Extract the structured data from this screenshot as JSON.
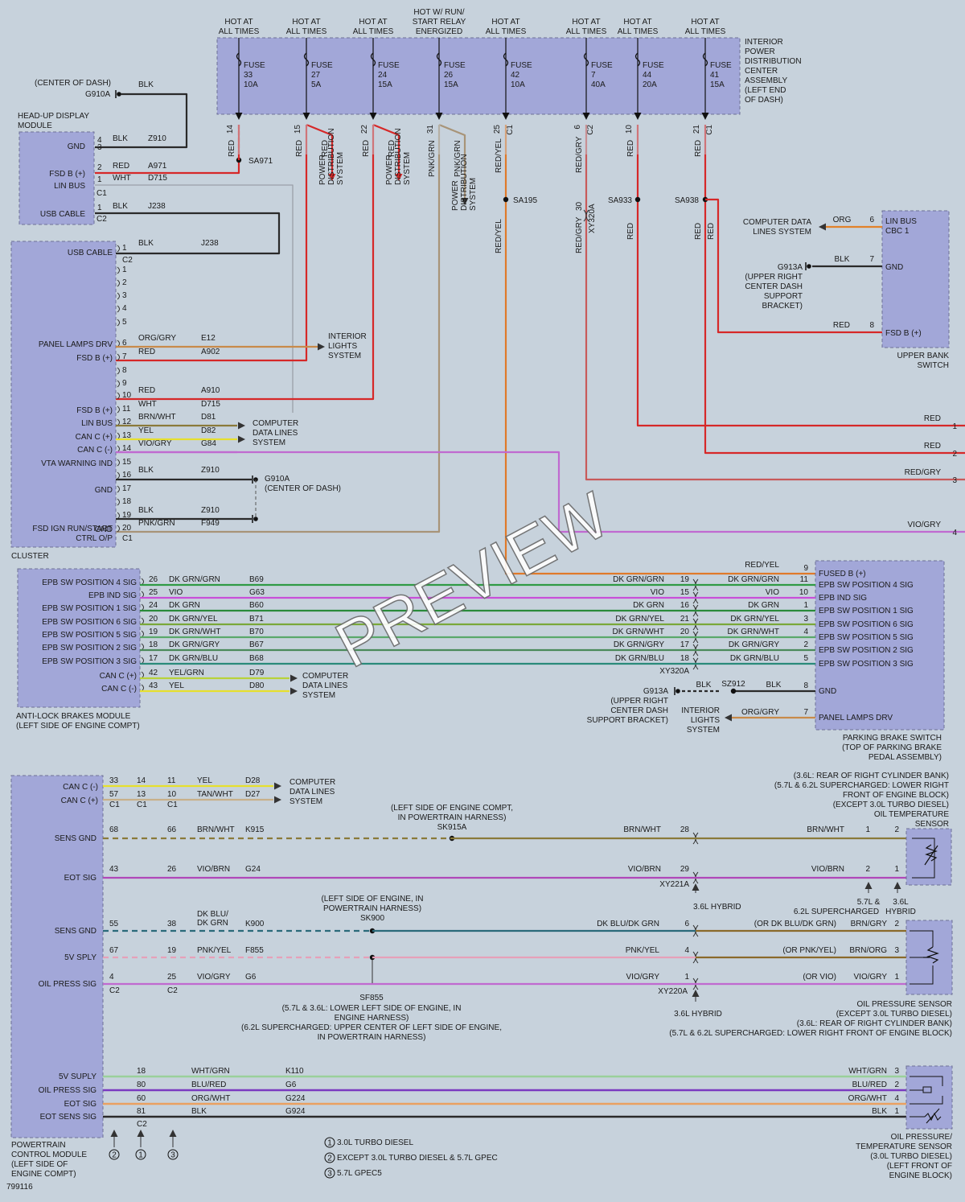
{
  "colors": {
    "RED": "#d62828",
    "BLK": "#2a2a2a",
    "WHT": "#f4f4f4",
    "ORG": "#e2822a",
    "YEL": "#e6df2e",
    "VIO": "#c84fd8",
    "PNK": "#e6a8c0",
    "GRN": "#2ea04a",
    "BRN": "#8a6a2a",
    "BLU": "#3a4aa8",
    "GRY": "#8a8a8a",
    "ORGGRY": "#c88a4a",
    "REDYEL": "#e07a2a",
    "REDGRY": "#c85a5a",
    "VIOGRY": "#c06ad0",
    "PNKGRN": "#a89478",
    "BRNWHT": "#8a7a3a",
    "VIOBRN": "#b048b8",
    "DKBLUDKGRN": "#2a6a7a",
    "PNKYEL": "#e6a0b8",
    "DKGRN": "#2a8a3a",
    "DKGRNGRN": "#2f9a44",
    "DKGRNYEL": "#7aa83a",
    "DKGRNWHT": "#5aa86a",
    "DKGRNGRY": "#4a8a5a",
    "DKGRNBLU": "#2a8a7a",
    "YELGRN": "#b8d23a",
    "TANWHT": "#c8b08a",
    "WHTGRN": "#9ad09a",
    "BLURED": "#7a3ac0",
    "ORGWHT": "#eaa060",
    "BOX": "#a2a7d8"
  },
  "fuse_box": {
    "title": [
      "INTERIOR",
      "POWER",
      "DISTRIBUTION",
      "CENTER",
      "ASSEMBLY",
      "(LEFT END",
      "OF DASH)"
    ],
    "columns": [
      {
        "hot": [
          "HOT AT",
          "ALL TIMES"
        ],
        "fuse": [
          "FUSE",
          "33",
          "10A"
        ],
        "pin": "14",
        "conn": ""
      },
      {
        "hot": [
          "HOT AT",
          "ALL TIMES"
        ],
        "fuse": [
          "FUSE",
          "27",
          "5A"
        ],
        "pin": "15",
        "conn": ""
      },
      {
        "hot": [
          "HOT AT",
          "ALL TIMES"
        ],
        "fuse": [
          "FUSE",
          "24",
          "15A"
        ],
        "pin": "22",
        "conn": ""
      },
      {
        "hot": [
          "HOT W/ RUN/",
          "START RELAY",
          "ENERGIZED"
        ],
        "fuse": [
          "FUSE",
          "26",
          "15A"
        ],
        "pin": "31",
        "conn": ""
      },
      {
        "hot": [
          "HOT AT",
          "ALL TIMES"
        ],
        "fuse": [
          "FUSE",
          "42",
          "10A"
        ],
        "pin": "25",
        "conn": "C1"
      },
      {
        "hot": [
          "HOT AT",
          "ALL TIMES"
        ],
        "fuse": [
          "FUSE",
          "7",
          "40A"
        ],
        "pin": "6",
        "conn": "C2"
      },
      {
        "hot": [
          "HOT AT",
          "ALL TIMES"
        ],
        "fuse": [
          "FUSE",
          "44",
          "20A"
        ],
        "pin": "10",
        "conn": ""
      },
      {
        "hot": [
          "HOT AT",
          "ALL TIMES"
        ],
        "fuse": [
          "FUSE",
          "41",
          "15A"
        ],
        "pin": "21",
        "conn": "C1"
      }
    ]
  },
  "vertical_labels": {
    "red": "RED",
    "pnkgrn": "PNK/GRN",
    "redyel": "RED/YEL",
    "redgry": "RED/GRY",
    "xy320a": "XY320A",
    "pin30": "30",
    "pds": [
      "POWER",
      "DISTRIBUTION",
      "SYSTEM"
    ]
  },
  "splices": {
    "sa971": "SA971",
    "sa195": "SA195",
    "sa933": "SA933",
    "sa938": "SA938"
  },
  "hud": {
    "title": [
      "HEAD-UP DISPLAY",
      "MODULE"
    ],
    "ground_note": "(CENTER OF DASH)",
    "ground": "G910A",
    "ground_color": "BLK",
    "pins": [
      {
        "label": "GND",
        "pin": "4",
        "color": "BLK",
        "circuit": "Z910"
      },
      {
        "label": "",
        "pin": "3",
        "color": "",
        "circuit": ""
      },
      {
        "label": "FSD B (+)",
        "pin": "2",
        "color": "RED",
        "circuit": "A971"
      },
      {
        "label": "LIN BUS",
        "pin": "1",
        "color": "WHT",
        "circuit": "D715"
      },
      {
        "label": "USB CABLE",
        "pin": "1",
        "color": "BLK",
        "circuit": "J238"
      }
    ],
    "conns": [
      "C1",
      "C2"
    ]
  },
  "cluster": {
    "title": "CLUSTER",
    "pins": [
      {
        "label": "USB CABLE",
        "pin": "1",
        "color": "BLK",
        "circuit": "J238"
      },
      {
        "label": "",
        "pin": "1",
        "color": "",
        "circuit": ""
      },
      {
        "label": "",
        "pin": "2",
        "color": "",
        "circuit": ""
      },
      {
        "label": "",
        "pin": "3",
        "color": "",
        "circuit": ""
      },
      {
        "label": "",
        "pin": "4",
        "color": "",
        "circuit": ""
      },
      {
        "label": "",
        "pin": "5",
        "color": "",
        "circuit": ""
      },
      {
        "label": "PANEL LAMPS DRV",
        "pin": "6",
        "color": "ORG/GRY",
        "circuit": "E12"
      },
      {
        "label": "FSD B (+)",
        "pin": "7",
        "color": "RED",
        "circuit": "A902"
      },
      {
        "label": "",
        "pin": "8",
        "color": "",
        "circuit": ""
      },
      {
        "label": "",
        "pin": "9",
        "color": "",
        "circuit": ""
      },
      {
        "label": "",
        "pin": "10",
        "color": "RED",
        "circuit": "A910"
      },
      {
        "label": "FSD B (+)",
        "pin": "11",
        "color": "WHT",
        "circuit": "D715"
      },
      {
        "label": "LIN BUS",
        "pin": "12",
        "color": "BRN/WHT",
        "circuit": "D81"
      },
      {
        "label": "CAN C (+)",
        "pin": "13",
        "color": "YEL",
        "circuit": "D82"
      },
      {
        "label": "CAN C (-)",
        "pin": "14",
        "color": "VIO/GRY",
        "circuit": "G84"
      },
      {
        "label": "VTA WARNING IND",
        "pin": "15",
        "color": "",
        "circuit": ""
      },
      {
        "label": "",
        "pin": "16",
        "color": "BLK",
        "circuit": "Z910"
      },
      {
        "label": "GND",
        "pin": "17",
        "color": "",
        "circuit": ""
      },
      {
        "label": "",
        "pin": "18",
        "color": "",
        "circuit": ""
      },
      {
        "label": "",
        "pin": "19",
        "color": "BLK",
        "circuit": "Z910"
      },
      {
        "label": "GND",
        "pin": "20",
        "color": "PNK/GRN",
        "circuit": "F949"
      }
    ],
    "ign": [
      "FSD IGN RUN/START",
      "CTRL O/P"
    ],
    "conns": [
      "C2",
      "C1"
    ],
    "ground": "G910A",
    "ground_note": "(CENTER OF DASH)",
    "interior": [
      "INTERIOR",
      "LIGHTS",
      "SYSTEM"
    ],
    "cdl": [
      "COMPUTER",
      "DATA LINES",
      "SYSTEM"
    ]
  },
  "upper_bank": {
    "title": [
      "UPPER BANK",
      "SWITCH"
    ],
    "pins": [
      {
        "label": "LIN BUS",
        "sub": "CBC 1",
        "pin": "6",
        "color": "ORG"
      },
      {
        "label": "GND",
        "sub": "",
        "pin": "7",
        "color": "BLK"
      },
      {
        "label": "FSD B (+)",
        "sub": "",
        "pin": "8",
        "color": "RED"
      }
    ],
    "cdl": [
      "COMPUTER DATA",
      "LINES SYSTEM"
    ],
    "ground": "G913A",
    "ground_note": [
      "(UPPER RIGHT",
      "CENTER DASH",
      "SUPPORT",
      "BRACKET)"
    ]
  },
  "right_exits": [
    {
      "color": "RED",
      "num": "1"
    },
    {
      "color": "RED",
      "num": "2"
    },
    {
      "color": "RED/GRY",
      "num": "3"
    },
    {
      "color": "VIO/GRY",
      "num": "4"
    }
  ],
  "abs": {
    "title": [
      "ANTI-LOCK BRAKES MODULE",
      "(LEFT SIDE OF ENGINE COMPT)"
    ],
    "rows": [
      {
        "label": "EPB SW POSITION 4 SIG",
        "pin": "26",
        "color": "DK GRN/GRN",
        "circuit": "B69"
      },
      {
        "label": "EPB IND SIG",
        "pin": "25",
        "color": "VIO",
        "circuit": "G63"
      },
      {
        "label": "EPB SW POSITION 1 SIG",
        "pin": "24",
        "color": "DK GRN",
        "circuit": "B60"
      },
      {
        "label": "EPB SW POSITION 6 SIG",
        "pin": "20",
        "color": "DK GRN/YEL",
        "circuit": "B71"
      },
      {
        "label": "EPB SW POSITION 5 SIG",
        "pin": "19",
        "color": "DK GRN/WHT",
        "circuit": "B70"
      },
      {
        "label": "EPB SW POSITION 2 SIG",
        "pin": "18",
        "color": "DK GRN/GRY",
        "circuit": "B67"
      },
      {
        "label": "EPB SW POSITION 3 SIG",
        "pin": "17",
        "color": "DK GRN/BLU",
        "circuit": "B68"
      },
      {
        "label": "CAN C (+)",
        "pin": "42",
        "color": "YEL/GRN",
        "circuit": "D79"
      },
      {
        "label": "CAN C (-)",
        "pin": "43",
        "color": "YEL",
        "circuit": "D80"
      }
    ],
    "cdl": [
      "COMPUTER",
      "DATA LINES",
      "SYSTEM"
    ]
  },
  "parking": {
    "title": [
      "PARKING BRAKE SWITCH",
      "(TOP OF PARKING BRAKE",
      "PEDAL ASSEMBLY)"
    ],
    "rows": [
      {
        "label": "FUSED B (+)",
        "pin": "9",
        "color": "RED/YEL",
        "ic": "",
        "ipin": ""
      },
      {
        "label": "EPB SW POSITION 4 SIG",
        "pin": "11",
        "color": "DK GRN/GRN",
        "ic": "DK GRN/GRN",
        "ipin": "19"
      },
      {
        "label": "EPB IND SIG",
        "pin": "10",
        "color": "VIO",
        "ic": "VIO",
        "ipin": "15"
      },
      {
        "label": "EPB SW POSITION 1 SIG",
        "pin": "1",
        "color": "DK GRN",
        "ic": "DK GRN",
        "ipin": "16"
      },
      {
        "label": "EPB SW POSITION 6 SIG",
        "pin": "3",
        "color": "DK GRN/YEL",
        "ic": "DK GRN/YEL",
        "ipin": "21"
      },
      {
        "label": "EPB SW POSITION 5 SIG",
        "pin": "4",
        "color": "DK GRN/WHT",
        "ic": "DK GRN/WHT",
        "ipin": "20"
      },
      {
        "label": "EPB SW POSITION 2 SIG",
        "pin": "2",
        "color": "DK GRN/GRY",
        "ic": "DK GRN/GRY",
        "ipin": "17"
      },
      {
        "label": "EPB SW POSITION 3 SIG",
        "pin": "5",
        "color": "DK GRN/BLU",
        "ic": "DK GRN/BLU",
        "ipin": "18"
      }
    ],
    "inline": "XY320A",
    "gnd": {
      "label": "GND",
      "pin": "8",
      "color": "BLK",
      "splice": "SZ912",
      "ground": "G913A",
      "note": [
        "(UPPER RIGHT",
        "CENTER DASH",
        "SUPPORT BRACKET)"
      ]
    },
    "panel": {
      "label": "PANEL LAMPS DRV",
      "pin": "7",
      "color": "ORG/GRY",
      "sys": [
        "INTERIOR",
        "LIGHTS",
        "SYSTEM"
      ]
    }
  },
  "pcm": {
    "title": [
      "POWERTRAIN",
      "CONTROL MODULE",
      "(LEFT SIDE OF",
      "ENGINE COMPT)"
    ],
    "can": [
      {
        "label": "CAN C (-)",
        "pins": [
          "33",
          "14",
          "11"
        ],
        "color": "YEL",
        "circuit": "D28"
      },
      {
        "label": "CAN C (+)",
        "pins": [
          "57",
          "13",
          "10"
        ],
        "color": "TAN/WHT",
        "circuit": "D27"
      }
    ],
    "can_conns": [
      "C1",
      "C1",
      "C1"
    ],
    "cdl": [
      "COMPUTER",
      "DATA LINES",
      "SYSTEM"
    ],
    "c2": "C2",
    "bottom_pins": [
      {
        "label": "5V SUPLY",
        "pin": "18",
        "color": "WHT/GRN",
        "circuit": "K110"
      },
      {
        "label": "OIL PRESS SIG",
        "pin": "80",
        "color": "BLU/RED",
        "circuit": "G6"
      },
      {
        "label": "EOT SIG",
        "pin": "60",
        "color": "ORG/WHT",
        "circuit": "G224"
      },
      {
        "label": "EOT SENS SIG",
        "pin": "81",
        "color": "BLK",
        "circuit": "G924"
      }
    ],
    "bottom_conn": "C2",
    "circle_nums": [
      "2",
      "1",
      "3"
    ]
  },
  "oil_temp": {
    "header": [
      "(3.6L: REAR OF RIGHT CYLINDER BANK)",
      "(5.7L & 6.2L SUPERCHARGED: LOWER RIGHT",
      "FRONT OF ENGINE BLOCK)",
      "(EXCEPT 3.0L TURBO DIESEL)",
      "OIL TEMPERATURE",
      "SENSOR"
    ],
    "sk915a": [
      "(LEFT SIDE OF ENGINE COMPT,",
      "IN POWERTRAIN HARNESS)",
      "SK915A"
    ],
    "rows": [
      {
        "label": "SENS GND",
        "p1": "68",
        "p2": "66",
        "color": "BRN/WHT",
        "circuit": "K915",
        "ipin": "28",
        "spin1": "1",
        "spin2": "2"
      },
      {
        "label": "EOT SIG",
        "p1": "43",
        "p2": "26",
        "color": "VIO/BRN",
        "circuit": "G24",
        "ipin": "29",
        "spin1": "2",
        "spin2": "1"
      }
    ],
    "inline": "XY221A",
    "hybrid": "3.6L HYBRID",
    "variants": [
      "5.7L &",
      "6.2L SUPERCHARGED",
      "3.6L",
      "HYBRID"
    ]
  },
  "oil_press": {
    "sk900": [
      "(LEFT SIDE OF ENGINE, IN",
      "POWERTRAIN HARNESS)",
      "SK900"
    ],
    "rows": [
      {
        "label": "SENS GND",
        "p1": "55",
        "p2": "38",
        "color": "DK BLU/DK GRN",
        "color2": "DK BLU/DK GRN",
        "circuit": "K900",
        "ipin": "6",
        "alt": "(OR DK BLU/DK GRN)",
        "scolor": "BRN/GRY",
        "spin": "2"
      },
      {
        "label": "5V SPLY",
        "p1": "67",
        "p2": "19",
        "color": "PNK/YEL",
        "color2": "PNK/YEL",
        "circuit": "F855",
        "ipin": "4",
        "alt": "(OR PNK/YEL)",
        "scolor": "BRN/ORG",
        "spin": "3"
      },
      {
        "label": "OIL PRESS SIG",
        "p1": "4",
        "p2": "25",
        "color": "VIO/GRY",
        "color2": "VIO/GRY",
        "circuit": "G6",
        "ipin": "1",
        "alt": "(OR VIO)",
        "scolor": "VIO/GRY",
        "spin": "1"
      }
    ],
    "conns": [
      "C2",
      "C2"
    ],
    "inline": "XY220A",
    "hybrid": "3.6L HYBRID",
    "sf855": [
      "SF855",
      "(5.7L & 3.6L: LOWER LEFT SIDE OF ENGINE, IN",
      "ENGINE HARNESS)",
      "(6.2L SUPERCHARGED: UPPER CENTER OF LEFT SIDE OF ENGINE,",
      "IN POWERTRAIN HARNESS)"
    ],
    "title": [
      "OIL PRESSURE SENSOR",
      "(EXCEPT 3.0L TURBO DIESEL)",
      "(3.6L: REAR OF RIGHT CYLINDER BANK)",
      "(5.7L & 6.2L SUPERCHARGED: LOWER RIGHT FRONT OF ENGINE BLOCK)"
    ]
  },
  "oil_pt": {
    "pins": [
      {
        "color": "WHT/GRN",
        "pin": "3"
      },
      {
        "color": "BLU/RED",
        "pin": "2"
      },
      {
        "color": "ORG/WHT",
        "pin": "4"
      },
      {
        "color": "BLK",
        "pin": "1"
      }
    ],
    "title": [
      "OIL PRESSURE/",
      "TEMPERATURE SENSOR",
      "(3.0L TURBO DIESEL)",
      "(LEFT FRONT OF",
      "ENGINE BLOCK)"
    ]
  },
  "legend": [
    {
      "num": "1",
      "text": "3.0L TURBO DIESEL"
    },
    {
      "num": "2",
      "text": "EXCEPT 3.0L TURBO DIESEL & 5.7L GPEC"
    },
    {
      "num": "3",
      "text": "5.7L GPEC5"
    }
  ],
  "figure_id": "799116",
  "watermark": "PREVIEW"
}
